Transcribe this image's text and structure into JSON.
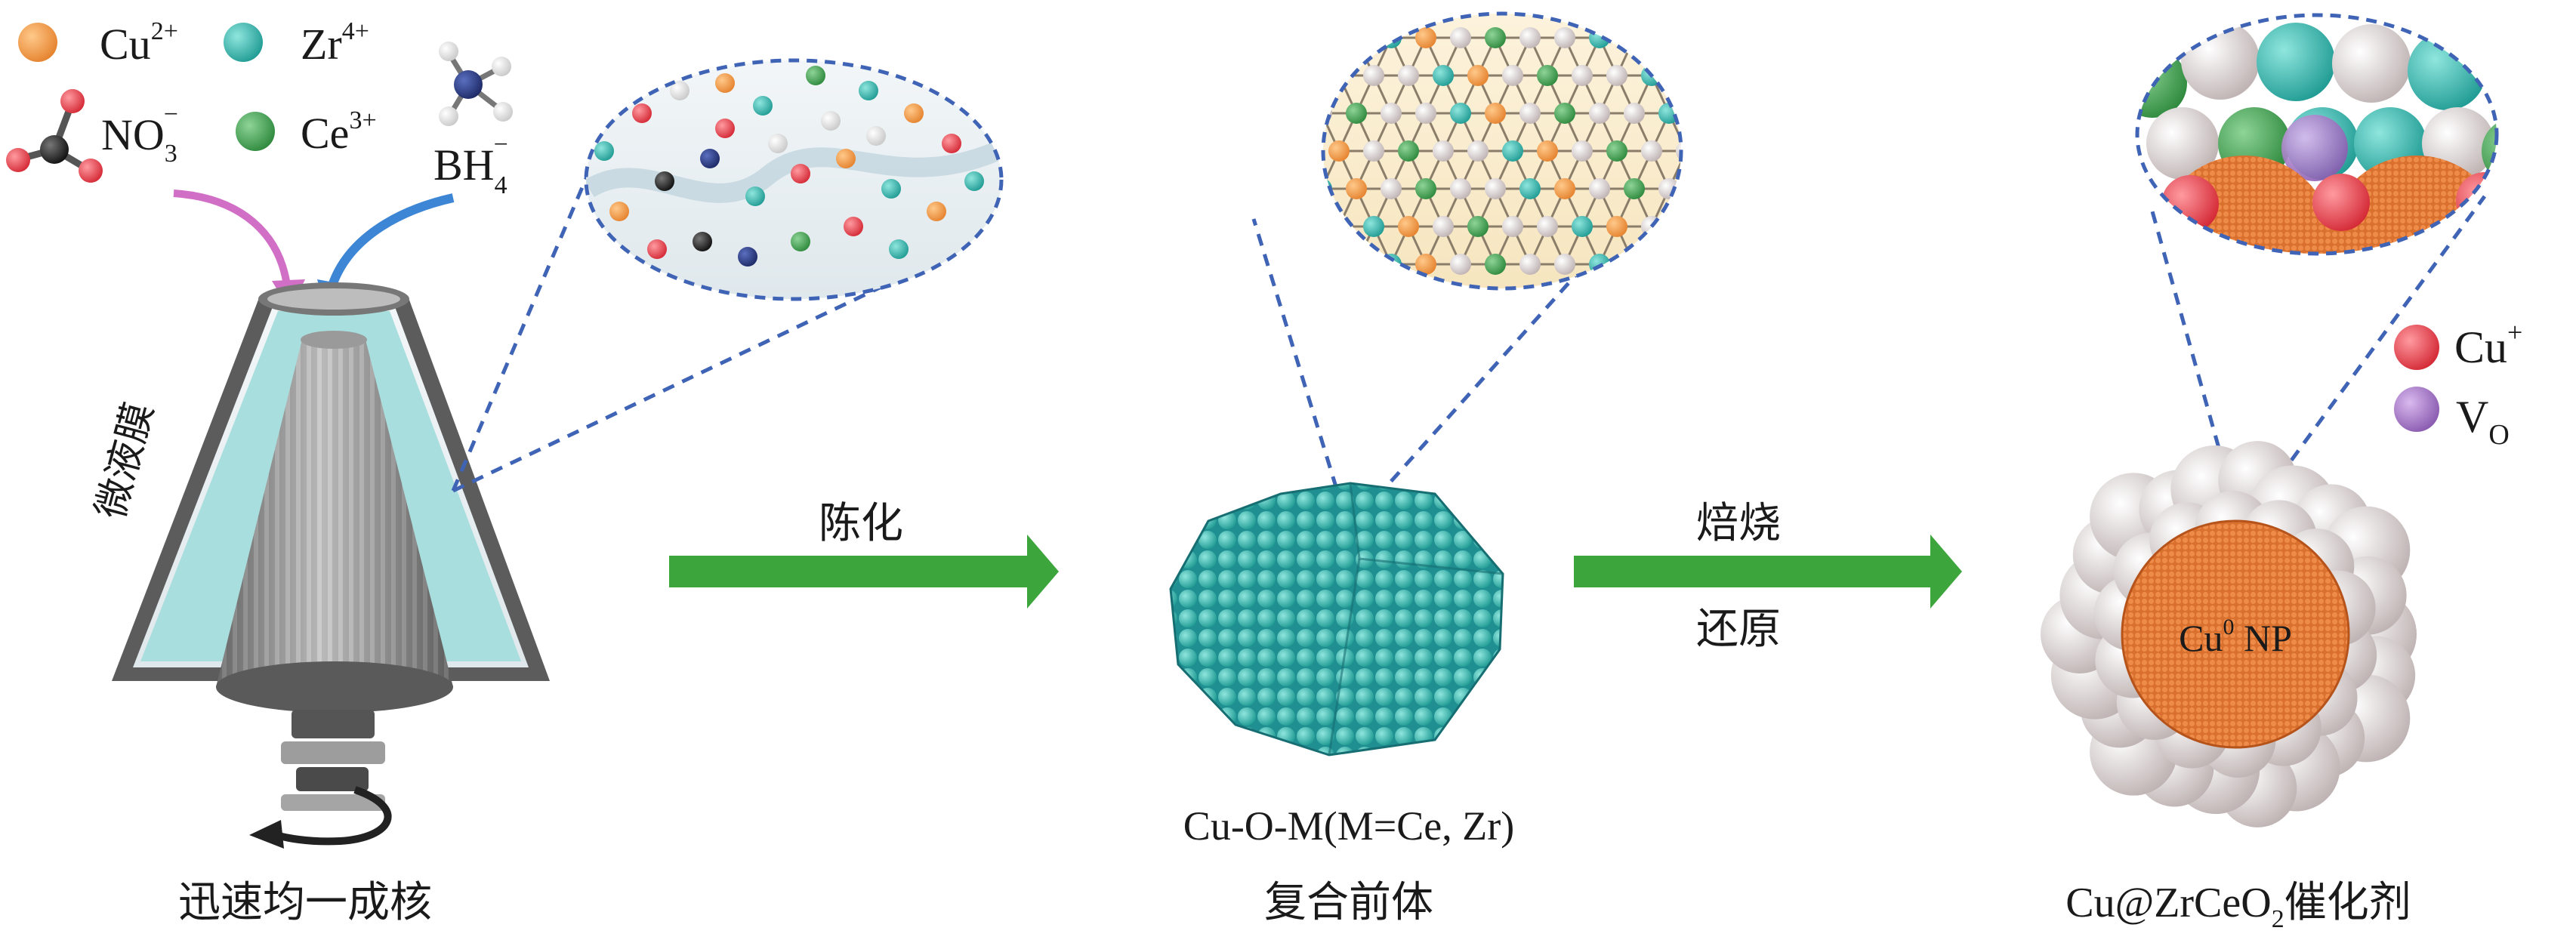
{
  "legend": {
    "cu2": {
      "base": "Cu",
      "sup": "2+",
      "color": "#f5a04a"
    },
    "zr4": {
      "base": "Zr",
      "sup": "4+",
      "color": "#3fbfb4"
    },
    "no3": {
      "base": "NO",
      "sub": "3",
      "sup": "−"
    },
    "ce3": {
      "base": "Ce",
      "sup": "3+",
      "color": "#4fa25a"
    },
    "bh4": {
      "base": "BH",
      "sub": "4",
      "sup": "−"
    }
  },
  "stage1": {
    "film_label": "微液膜",
    "caption": "迅速均一成核"
  },
  "arrow1": {
    "label": "陈化",
    "color": "#3ca53c"
  },
  "stage2": {
    "formula": "Cu-O-M(M=Ce, Zr)",
    "caption": "复合前体"
  },
  "arrow2": {
    "label_top": "焙烧",
    "label_bottom": "还原",
    "color": "#3ca53c"
  },
  "stage3": {
    "cu_plus": {
      "base": "Cu",
      "sup": "+",
      "color": "#e8505a"
    },
    "vo": {
      "base": "V",
      "sub": "O",
      "color": "#a77cc4"
    },
    "core": {
      "base": "Cu",
      "sup": "0",
      "tail": " NP"
    },
    "caption": {
      "a": "Cu@ZrCeO",
      "sub": "2",
      "b": "催化剂"
    }
  },
  "colors": {
    "cu_core": "#e07a3c",
    "ceria": "#e6dede",
    "precursor": "#3bb3b8",
    "reactor": "#6e6e6e",
    "film": "#9fd8d8",
    "dash": "#3f63b5"
  }
}
